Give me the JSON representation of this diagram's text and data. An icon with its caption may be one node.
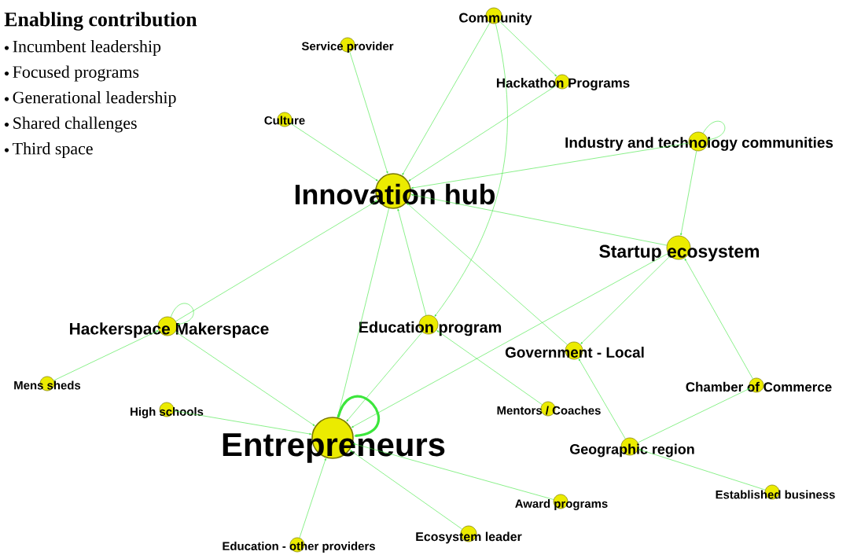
{
  "diagram": {
    "title": "Enabling contribution",
    "nodes": [
      {
        "text": [
          "Innovation hub"
        ]
      },
      {
        "text": [
          "Entrepreneurs"
        ]
      },
      {
        "text": [
          "Community"
        ]
      },
      {
        "text": [
          "Service provider"
        ]
      },
      {
        "text": [
          "Hackathon Programs"
        ]
      },
      {
        "text": [
          "Culture"
        ]
      },
      {
        "text": [
          "Industry and technology communities"
        ]
      },
      {
        "text": [
          "Startup ecosystem"
        ]
      },
      {
        "text": [
          "Hackerspace Makerspace"
        ]
      },
      {
        "text": [
          "Education program"
        ]
      },
      {
        "text": [
          "Government - Local"
        ]
      },
      {
        "text": [
          "Mens sheds"
        ]
      },
      {
        "text": [
          "High schools"
        ]
      },
      {
        "text": [
          "Mentors / Coaches"
        ]
      },
      {
        "text": [
          "Chamber of Commerce"
        ]
      },
      {
        "text": [
          "Geographic region"
        ]
      },
      {
        "text": [
          "Established business"
        ]
      },
      {
        "text": [
          "Award programs"
        ]
      },
      {
        "text": [
          "Ecosystem leader"
        ]
      },
      {
        "text": [
          "Education - other providers"
        ]
      }
    ],
    "edges": [
      {
        "from": 3,
        "to": 0,
        "arrow": "to"
      },
      {
        "from": 5,
        "to": 0,
        "arrow": "to"
      },
      {
        "from": 2,
        "to": 0,
        "arrow": "to"
      },
      {
        "from": 2,
        "to": 9,
        "arrow": "to"
      },
      {
        "from": 2,
        "to": 4,
        "arrow": "to"
      },
      {
        "from": 4,
        "to": 0,
        "arrow": "to"
      },
      {
        "from": 6,
        "to": 0,
        "arrow": "to"
      },
      {
        "from": 6,
        "to": 6,
        "arrow": "to"
      },
      {
        "from": 6,
        "to": 7,
        "arrow": "to"
      },
      {
        "from": 7,
        "to": 0,
        "arrow": "to"
      },
      {
        "from": 8,
        "to": 0,
        "arrow": "to"
      },
      {
        "from": 0,
        "to": 1,
        "arrow": "to"
      },
      {
        "from": 9,
        "to": 0,
        "arrow": "to"
      },
      {
        "from": 10,
        "to": 0,
        "arrow": "to"
      },
      {
        "from": 7,
        "to": 1,
        "arrow": "to"
      },
      {
        "from": 7,
        "to": 10,
        "arrow": "to"
      },
      {
        "from": 14,
        "to": 7,
        "arrow": "to"
      },
      {
        "from": 8,
        "to": 8,
        "arrow": "to"
      },
      {
        "from": 11,
        "to": 8,
        "arrow": "to"
      },
      {
        "from": 8,
        "to": 1,
        "arrow": "to"
      },
      {
        "from": 1,
        "to": 1,
        "arrow": "to",
        "style": "thick"
      },
      {
        "from": 12,
        "to": 1,
        "arrow": "to"
      },
      {
        "from": 9,
        "to": 1,
        "arrow": "to"
      },
      {
        "from": 13,
        "to": 9,
        "arrow": "to"
      },
      {
        "from": 15,
        "to": 10,
        "arrow": "to"
      },
      {
        "from": 15,
        "to": 14,
        "arrow": "to"
      },
      {
        "from": 16,
        "to": 15,
        "arrow": "to"
      },
      {
        "from": 17,
        "to": 1,
        "arrow": "to"
      },
      {
        "from": 18,
        "to": 1,
        "arrow": "to"
      },
      {
        "from": 19,
        "to": 1,
        "arrow": "to"
      }
    ],
    "labels": [
      "Incumbent leadership",
      "Focused programs",
      "Generational leadership",
      "Shared challenges",
      "Third space"
    ]
  }
}
